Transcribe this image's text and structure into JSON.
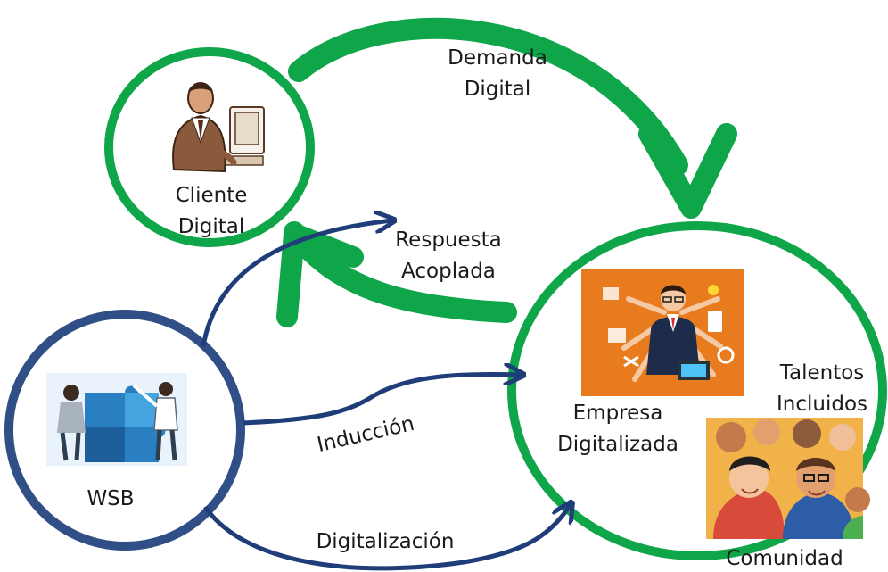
{
  "nodes": {
    "cliente": {
      "line1": "Cliente",
      "line2": "Digital",
      "icon": "person-at-computer-icon"
    },
    "wsb": {
      "label": "WSB",
      "icon": "team-puzzle-icon"
    },
    "empresa": {
      "line1": "Empresa",
      "line2": "Digitalizada",
      "icon": "multitasking-businessman-icon"
    },
    "talentos": {
      "line1": "Talentos",
      "line2": "Incluidos"
    },
    "comunidad": {
      "label": "Comunidad",
      "icon": "crowd-of-people-icon"
    }
  },
  "edges": {
    "demanda": {
      "line1": "Demanda",
      "line2": "Digital"
    },
    "respuesta": {
      "line1": "Respuesta",
      "line2": "Acoplada"
    },
    "induccion": {
      "label": "Inducción"
    },
    "digitalizacion": {
      "label": "Digitalización"
    }
  },
  "colors": {
    "green": "#0fa64a",
    "navy": "#1f3d78",
    "wsb_ring": "#2f4f86",
    "orange": "#e87b1e",
    "puzzle_blue": "#2a7fc2"
  }
}
